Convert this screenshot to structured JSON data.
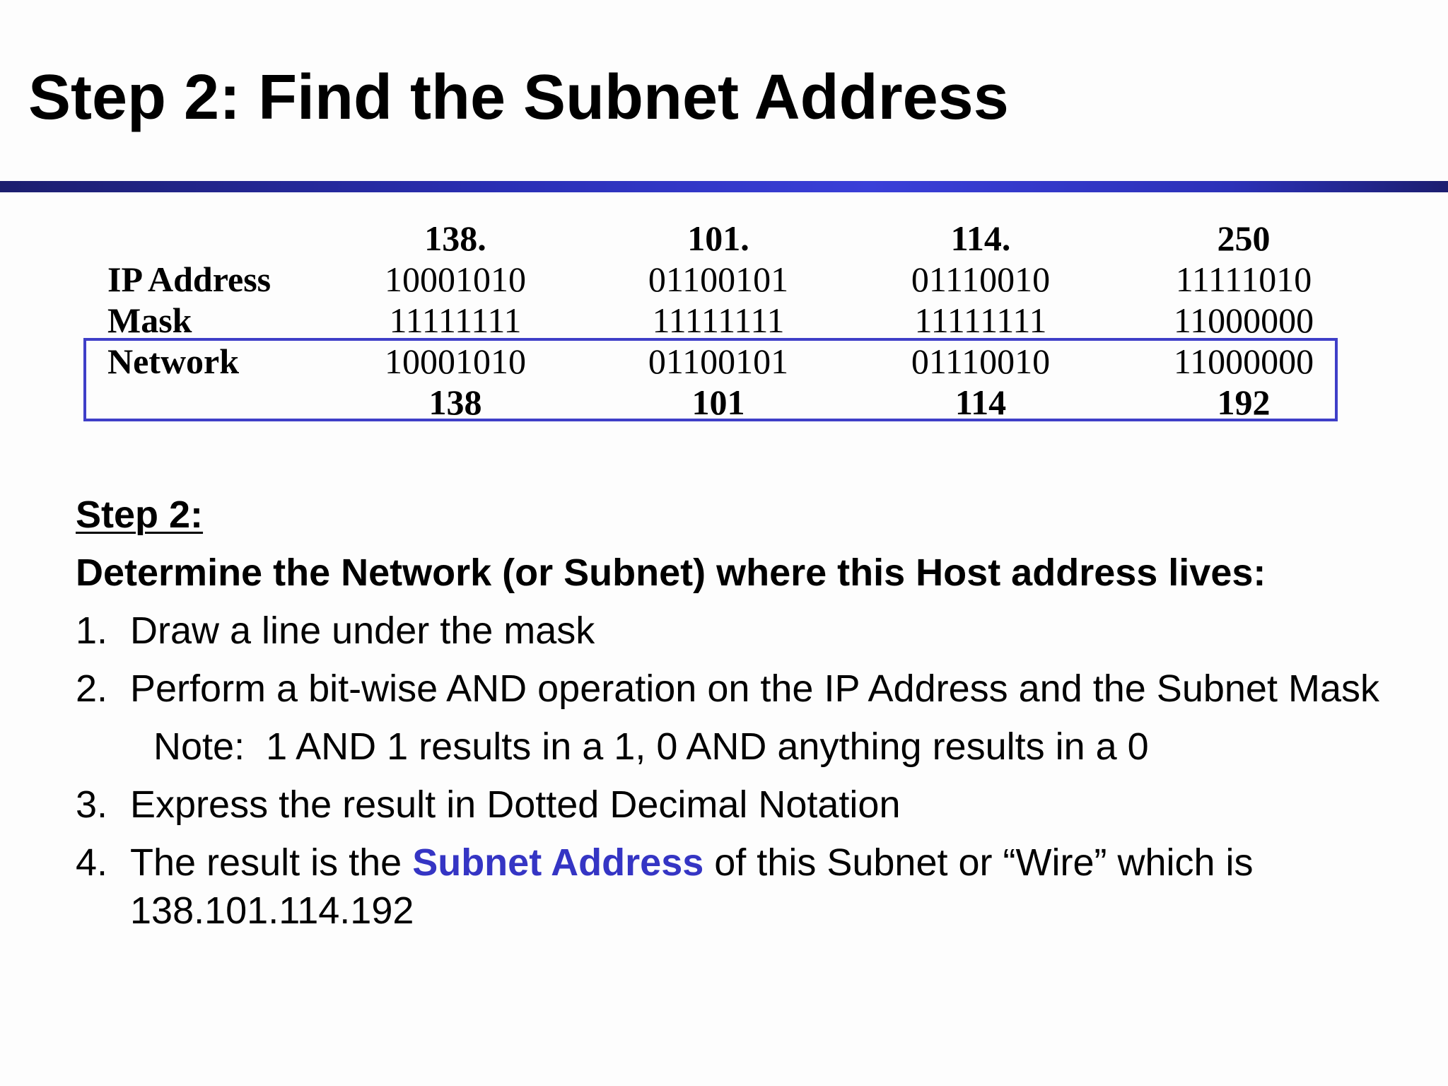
{
  "slide": {
    "title": "Step 2: Find the Subnet Address"
  },
  "table": {
    "header": [
      "138.",
      "101.",
      "114.",
      "250"
    ],
    "rows": [
      {
        "label": "IP Address",
        "values": [
          "10001010",
          "01100101",
          "01110010",
          "11111010"
        ]
      },
      {
        "label": "Mask",
        "values": [
          "11111111",
          "11111111",
          "11111111",
          "11000000"
        ]
      },
      {
        "label": "Network",
        "values": [
          "10001010",
          "01100101",
          "01110010",
          "11000000"
        ]
      }
    ],
    "result": [
      "138",
      "101",
      "114",
      "192"
    ]
  },
  "explanation": {
    "heading": "Step 2:",
    "description": "Determine the Network (or Subnet) where this Host address lives:",
    "steps": [
      {
        "num": "1.",
        "text": "Draw a line under the mask"
      },
      {
        "num": "2.",
        "text": "Perform a bit-wise AND operation on the IP Address and the Subnet Mask"
      },
      {
        "num": "3.",
        "text": "Express the result in Dotted Decimal Notation"
      },
      {
        "num": "4.",
        "text_before": "The result is the ",
        "highlight": "Subnet Address",
        "text_after": " of this Subnet or “Wire” which is 138.101.114.192"
      }
    ],
    "note": "Note:  1 AND 1 results in a 1, 0 AND anything results in a 0"
  },
  "colors": {
    "accent": "#3535c4",
    "box_border": "#3f3fc8",
    "rule": "#2a2fb5"
  }
}
